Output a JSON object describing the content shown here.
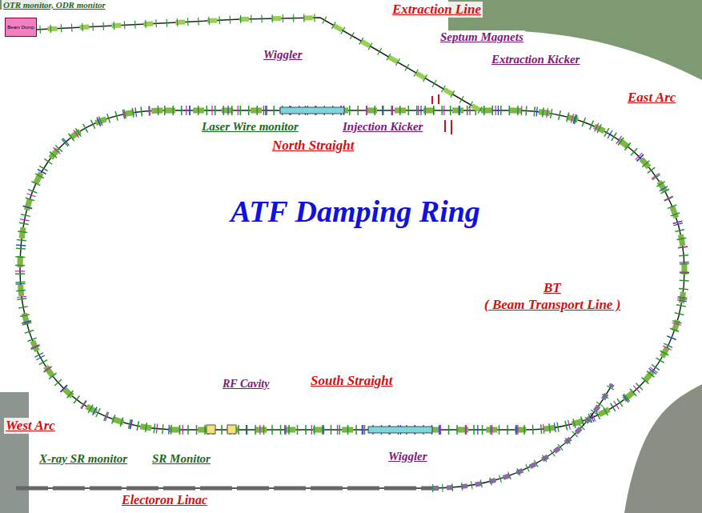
{
  "diagram": {
    "title": "ATF Damping Ring",
    "nodes": [
      {
        "text": [
          "Beam Dump"
        ]
      }
    ],
    "labels": [
      "OTR monitor, ODR monitor",
      "Extraction Line",
      "Wiggler",
      "Septum Magnets",
      "Extraction Kicker",
      "East Arc",
      "Laser Wire monitor",
      "Injection Kicker",
      "North Straight",
      "BT",
      "( Beam Transport Line )",
      "RF Cavity",
      "South Straight",
      "West Arc",
      "X-ray SR monitor",
      "SR Monitor",
      "Wiggler",
      "Electoron Linac"
    ]
  }
}
